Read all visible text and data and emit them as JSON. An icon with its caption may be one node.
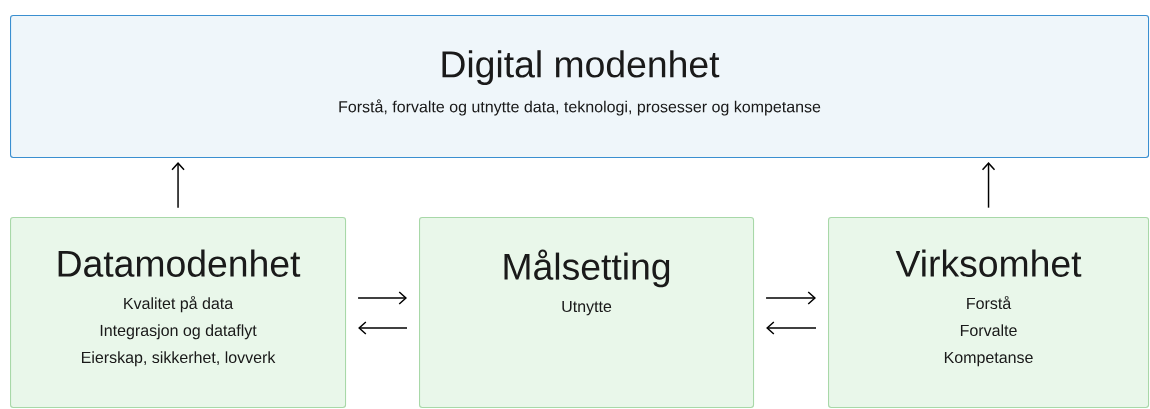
{
  "diagram": {
    "nodes": [
      {
        "text": [
          "Digital modenhet",
          "Forstå, forvalte og utnytte data, teknologi, prosesser og kompetanse"
        ]
      },
      {
        "text": [
          "Datamodenhet",
          "Kvalitet på data",
          "Integrasjon og dataflyt",
          "Eierskap, sikkerhet, lovverk"
        ]
      },
      {
        "text": [
          "Målsetting",
          "Utnytte"
        ]
      },
      {
        "text": [
          "Virksomhet",
          "Forstå",
          "Forvalte",
          "Kompetanse"
        ]
      }
    ],
    "edges": [
      {
        "from": 1,
        "to": 0,
        "arrow": "to"
      },
      {
        "from": 3,
        "to": 0,
        "arrow": "to"
      },
      {
        "from": 1,
        "to": 2,
        "arrow": "to"
      },
      {
        "from": 2,
        "to": 1,
        "arrow": "to"
      },
      {
        "from": 2,
        "to": 3,
        "arrow": "to"
      },
      {
        "from": 3,
        "to": 2,
        "arrow": "to"
      }
    ]
  }
}
